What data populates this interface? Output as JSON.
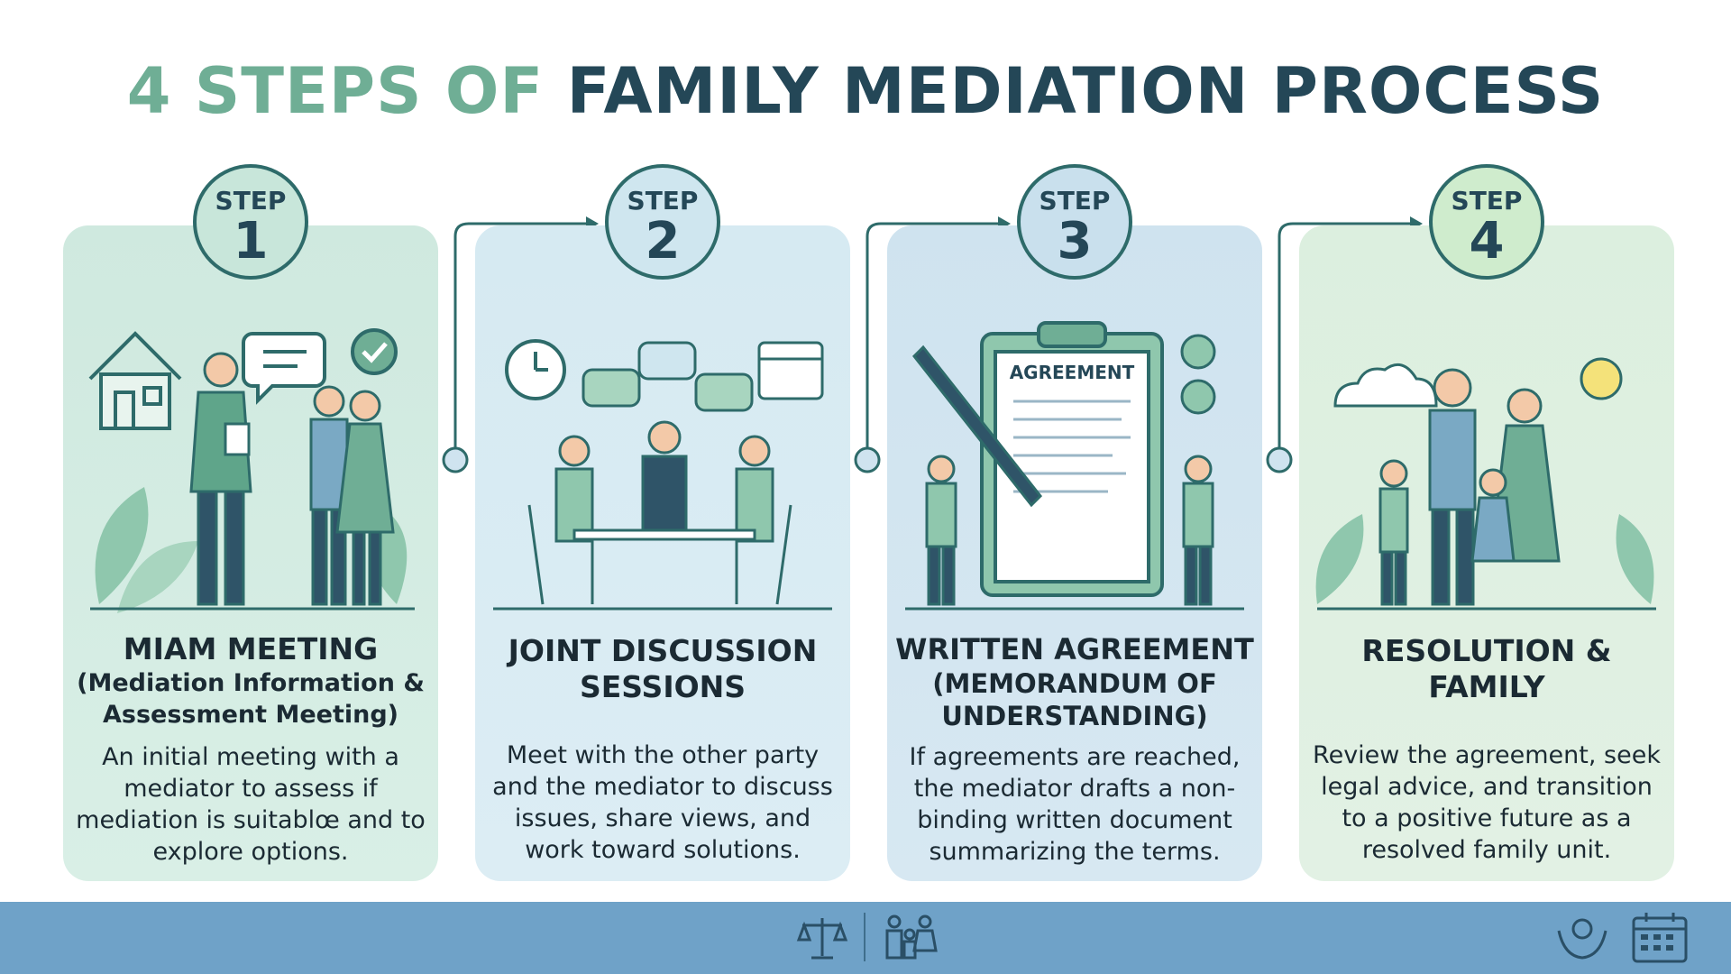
{
  "title": {
    "part1": "4 STEPS OF",
    "part2": "FAMILY MEDIATION PROCESS"
  },
  "steps": [
    {
      "step_label": "STEP",
      "number": "1",
      "title": "MIAM MEETING",
      "subtitle": "(Mediation Information & Assessment Meeting)",
      "description": "An initial meeting with a mediator to assess if mediation is suitablœ and to explore options."
    },
    {
      "step_label": "STEP",
      "number": "2",
      "title": "JOINT DISCUSSION SESSIONS",
      "subtitle": "",
      "description": "Meet with the other party and the mediator to discuss issues, share views, and work toward solutions."
    },
    {
      "step_label": "STEP",
      "number": "3",
      "title": "WRITTEN AGREEMENT",
      "subtitle": "(MEMORANDUM OF UNDERSTANDING)",
      "description": "If agreements are reached, the mediator drafts a non-binding written document summarizing the terms.",
      "document_label": "AGREEMENT"
    },
    {
      "step_label": "STEP",
      "number": "4",
      "title": "RESOLUTION & FAMILY",
      "subtitle": "",
      "description": "Review the agreement, seek legal advice, and transition to a positive future as a resolved family unit."
    }
  ],
  "colors": {
    "title_light": "#6fae95",
    "title_dark": "#244757",
    "footer": "#6fa2c8",
    "outline": "#2e6b6a"
  },
  "footer_icons": [
    "scales-icon",
    "family-icon",
    "hands-heart-icon",
    "calendar-icon"
  ]
}
